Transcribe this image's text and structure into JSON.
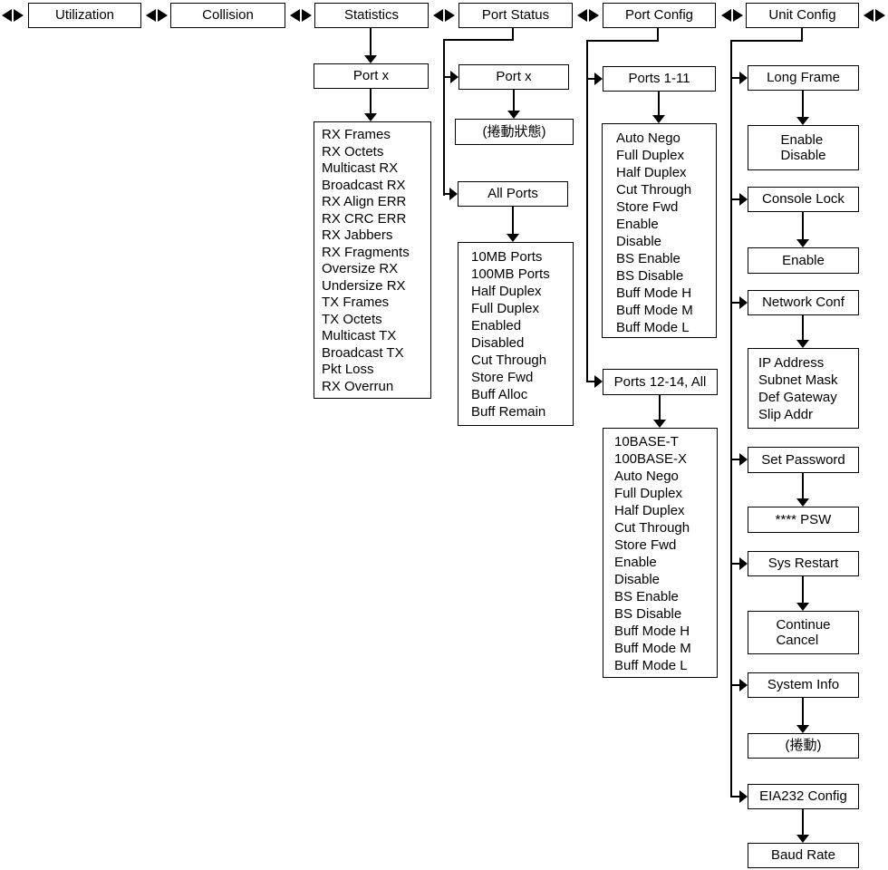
{
  "colors": {
    "line": "#000000",
    "background": "#ffffff"
  },
  "top_menu": {
    "utilization": "Utilization",
    "collision": "Collision",
    "statistics": "Statistics",
    "port_status": "Port Status",
    "port_config": "Port Config",
    "unit_config": "Unit Config"
  },
  "statistics_menu": {
    "port_x": "Port x",
    "counters": [
      "RX Frames",
      "RX Octets",
      "Multicast RX",
      "Broadcast RX",
      "RX Align ERR",
      "RX CRC ERR",
      "RX Jabbers",
      "RX Fragments",
      "Oversize RX",
      "Undersize RX",
      "TX Frames",
      "TX Octets",
      "Multicast TX",
      "Broadcast TX",
      "Pkt Loss",
      "RX Overrun"
    ]
  },
  "port_status_menu": {
    "port_x": "Port x",
    "scroll_status": "(捲動狀態)",
    "all_ports": "All Ports",
    "all_ports_fields": [
      "10MB Ports",
      "100MB Ports",
      "Half Duplex",
      "Full Duplex",
      "Enabled",
      "Disabled",
      "Cut Through",
      "Store Fwd",
      "Buff Alloc",
      "Buff Remain"
    ]
  },
  "port_config_menu": {
    "ports_1_11": "Ports 1-11",
    "ports_1_11_options": [
      "Auto Nego",
      "Full Duplex",
      "Half Duplex",
      "Cut Through",
      "Store Fwd",
      "Enable",
      "Disable",
      "BS Enable",
      "BS Disable",
      "Buff Mode H",
      "Buff Mode M",
      "Buff Mode L"
    ],
    "ports_12_14_all": "Ports 12-14, All",
    "ports_12_14_all_options": [
      "10BASE-T",
      "100BASE-X",
      "Auto Nego",
      "Full Duplex",
      "Half Duplex",
      "Cut Through",
      "Store Fwd",
      "Enable",
      "Disable",
      "BS Enable",
      "BS Disable",
      "Buff Mode H",
      "Buff Mode M",
      "Buff Mode L"
    ]
  },
  "unit_config_menu": {
    "long_frame": "Long Frame",
    "long_frame_options": [
      "Enable",
      "Disable"
    ],
    "console_lock": "Console Lock",
    "console_lock_option": "Enable",
    "network_conf": "Network Conf",
    "network_conf_fields": [
      "IP Address",
      "Subnet Mask",
      "Def Gateway",
      "Slip Addr"
    ],
    "set_password": "Set Password",
    "password_prompt": "**** PSW",
    "sys_restart": "Sys Restart",
    "sys_restart_options": [
      "Continue",
      "Cancel"
    ],
    "system_info": "System Info",
    "system_info_scroll": "(捲動)",
    "eia232_config": "EIA232 Config",
    "baud_rate": "Baud Rate"
  }
}
